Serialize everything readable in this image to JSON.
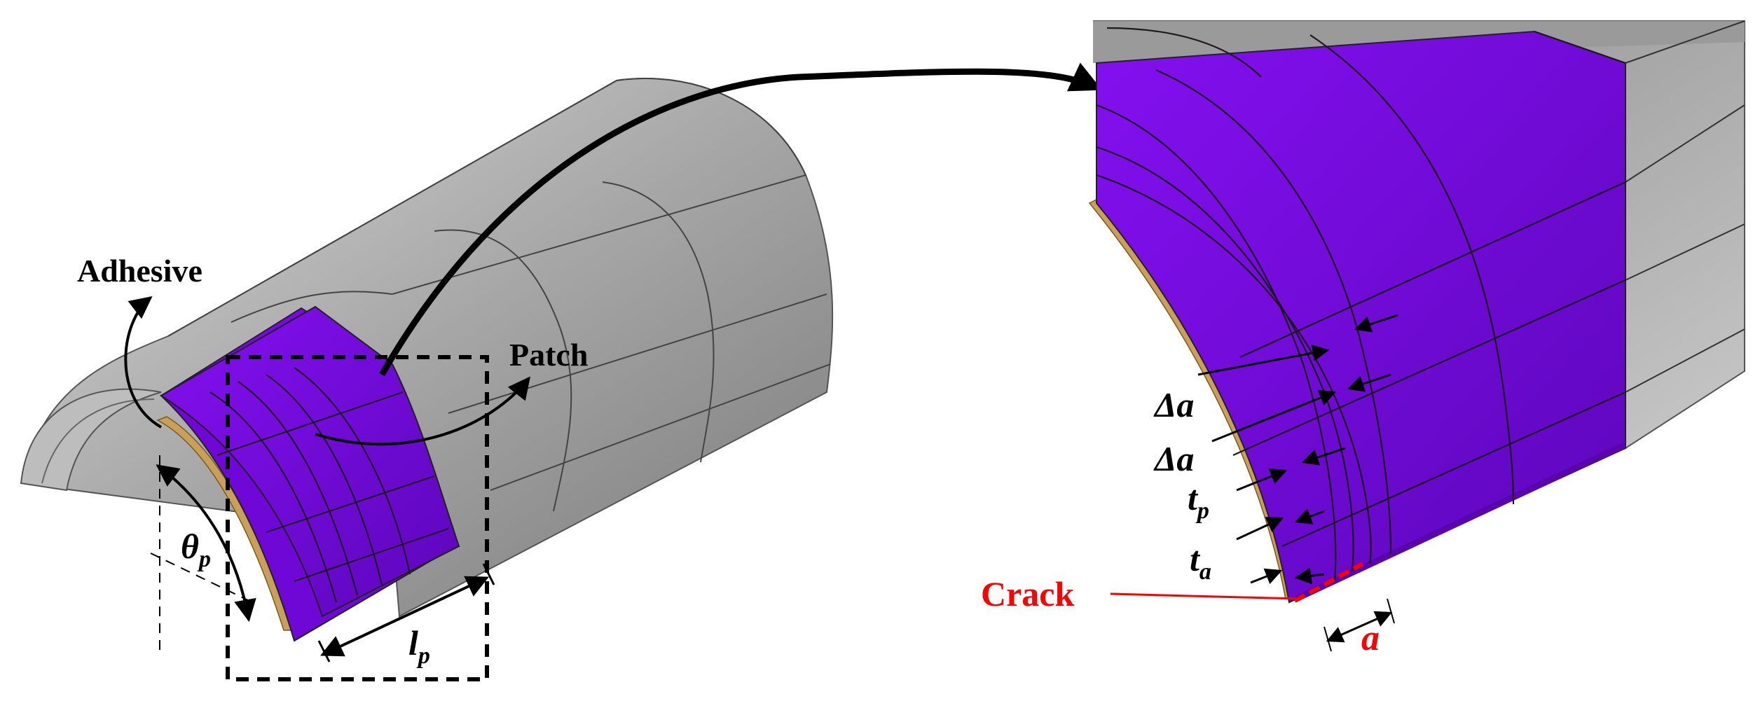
{
  "labels": {
    "adhesive": "Adhesive",
    "patch": "Patch",
    "theta": "θ",
    "theta_sub": "p",
    "length": "l",
    "length_sub": "p",
    "delta_a_1": "Δa",
    "delta_a_2": "Δa",
    "tp": "t",
    "tp_sub": "p",
    "ta": "t",
    "ta_sub": "a",
    "crack": "Crack",
    "a": "a"
  },
  "colors": {
    "pipe": "#8f8f8f",
    "pipe_light": "#c4c4c4",
    "patch": "#7a08e6",
    "patch_dark": "#5a04b0",
    "adhesive": "#c9a05a",
    "crack": "#ff0000",
    "ink": "#000000"
  }
}
